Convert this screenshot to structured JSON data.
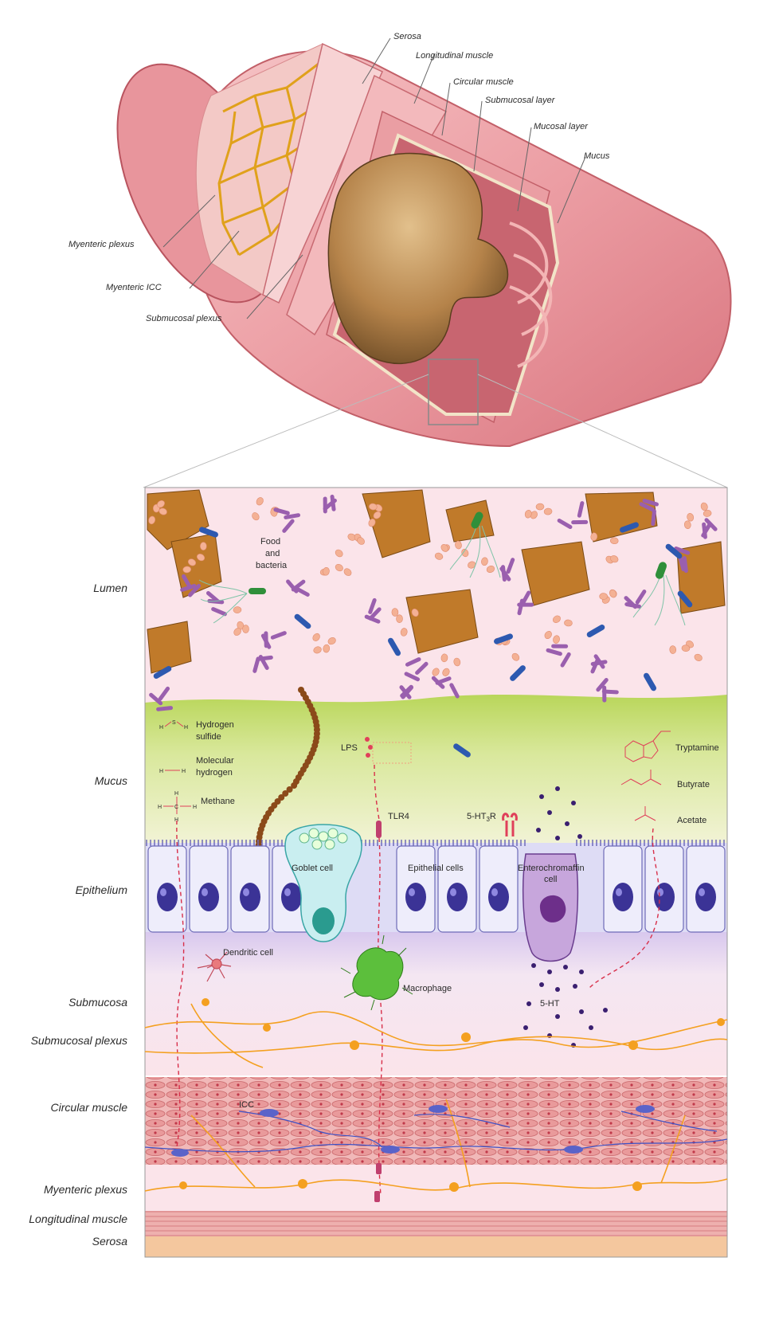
{
  "tube_labels": {
    "serosa": "Serosa",
    "longitudinal_muscle": "Longitudinal muscle",
    "circular_muscle": "Circular muscle",
    "submucosal_layer": "Submucosal layer",
    "mucosal_layer": "Mucosal layer",
    "mucus": "Mucus",
    "myenteric_plexus": "Myenteric plexus",
    "myenteric_icc": "Myenteric ICC",
    "submucosal_plexus": "Submucosal plexus"
  },
  "layer_labels": {
    "lumen": "Lumen",
    "mucus": "Mucus",
    "epithelium": "Epithelium",
    "submucosa": "Submucosa",
    "submucosal_plexus": "Submucosal plexus",
    "circular_muscle": "Circular muscle",
    "myenteric_plexus": "Myenteric plexus",
    "longitudinal_muscle": "Longitudinal muscle",
    "serosa": "Serosa"
  },
  "annotations": {
    "food_and_bacteria": [
      "Food",
      "and",
      "bacteria"
    ],
    "hydrogen_sulfide": [
      "Hydrogen",
      "sulfide"
    ],
    "molecular_hydrogen": [
      "Molecular",
      "hydrogen"
    ],
    "methane": "Methane",
    "lps": "LPS",
    "tlr4": "TLR4",
    "ht_receptor": "5-HT",
    "ht_receptor_sub": "3",
    "ht_receptor_suffix": "R",
    "tryptamine": "Tryptamine",
    "butyrate": "Butyrate",
    "acetate": "Acetate",
    "goblet_cell": "Goblet cell",
    "epithelial_cells": "Epithelial cells",
    "enterochromaffin_cell": [
      "Enterochromaffin",
      "cell"
    ],
    "dendritic_cell": "Dendritic cell",
    "macrophage": "Macrophage",
    "serotonin": "5-HT",
    "icc": "ICC"
  },
  "chem_atoms": {
    "s": "S",
    "h": "H",
    "c": "C"
  },
  "colors": {
    "tissue_pink": "#f3c1c1",
    "lumen_bg": "#fbe4ea",
    "mucus_green": "#cfe08a",
    "epithelium_blue": "#d8d6f3",
    "nucleus": "#3b3396",
    "neuron_orange": "#f4a020",
    "muscle_red": "#e79a9a",
    "food_brown": "#c07a2a",
    "bacteria_purple": "#a86db7",
    "bacteria_peach": "#f4b195",
    "rod_blue": "#2d59b0",
    "goblet_teal": "#9fe0d8",
    "macrophage_green": "#5cbf3c",
    "chem_red": "#e0405a"
  }
}
